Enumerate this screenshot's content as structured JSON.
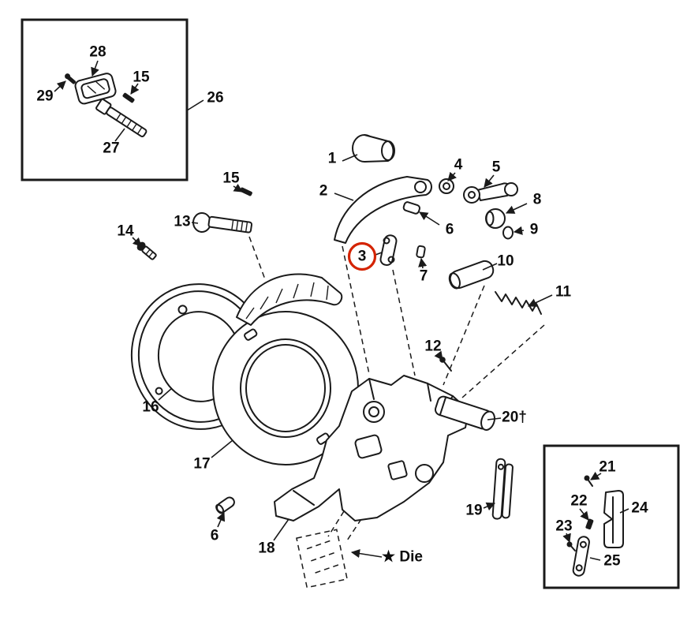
{
  "figure": {
    "type": "exploded-parts-diagram",
    "background": "#ffffff",
    "line_color": "#1a1a1a",
    "highlight": {
      "part": "3",
      "color": "#d42300"
    }
  },
  "labels": {
    "p1": "1",
    "p2": "2",
    "p3": "3",
    "p4": "4",
    "p5": "5",
    "p6": "6",
    "p7": "7",
    "p8": "8",
    "p9": "9",
    "p10": "10",
    "p11": "11",
    "p12": "12",
    "p13": "13",
    "p14": "14",
    "p15": "15",
    "p16": "16",
    "p17": "17",
    "p18": "18",
    "p19": "19",
    "p20": "20†",
    "p21": "21",
    "p22": "22",
    "p23": "23",
    "p24": "24",
    "p25": "25",
    "p26": "26",
    "p27": "27",
    "p28": "28",
    "p29": "29",
    "die": "★ Die"
  }
}
